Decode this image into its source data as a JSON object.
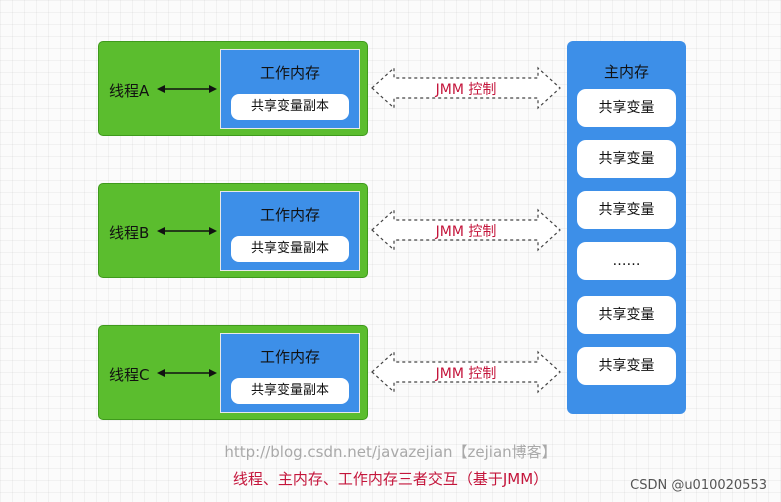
{
  "threads": [
    {
      "label": "线程A",
      "work_memory": "工作内存",
      "copy_label": "共享变量副本",
      "jmm_label": "JMM 控制"
    },
    {
      "label": "线程B",
      "work_memory": "工作内存",
      "copy_label": "共享变量副本",
      "jmm_label": "JMM 控制"
    },
    {
      "label": "线程C",
      "work_memory": "工作内存",
      "copy_label": "共享变量副本",
      "jmm_label": "JMM 控制"
    }
  ],
  "main_memory": {
    "title": "主内存",
    "items": [
      "共享变量",
      "共享变量",
      "共享变量",
      "……",
      "共享变量",
      "共享变量"
    ]
  },
  "source_url": "http://blog.csdn.net/javazejian【zejian博客】",
  "caption": "线程、主内存、工作内存三者交互（基于JMM）",
  "watermark": "CSDN @u010020553",
  "colors": {
    "thread_green": "#5bbd2e",
    "memory_blue": "#3d8fe8",
    "caption_red": "#c4153b"
  }
}
